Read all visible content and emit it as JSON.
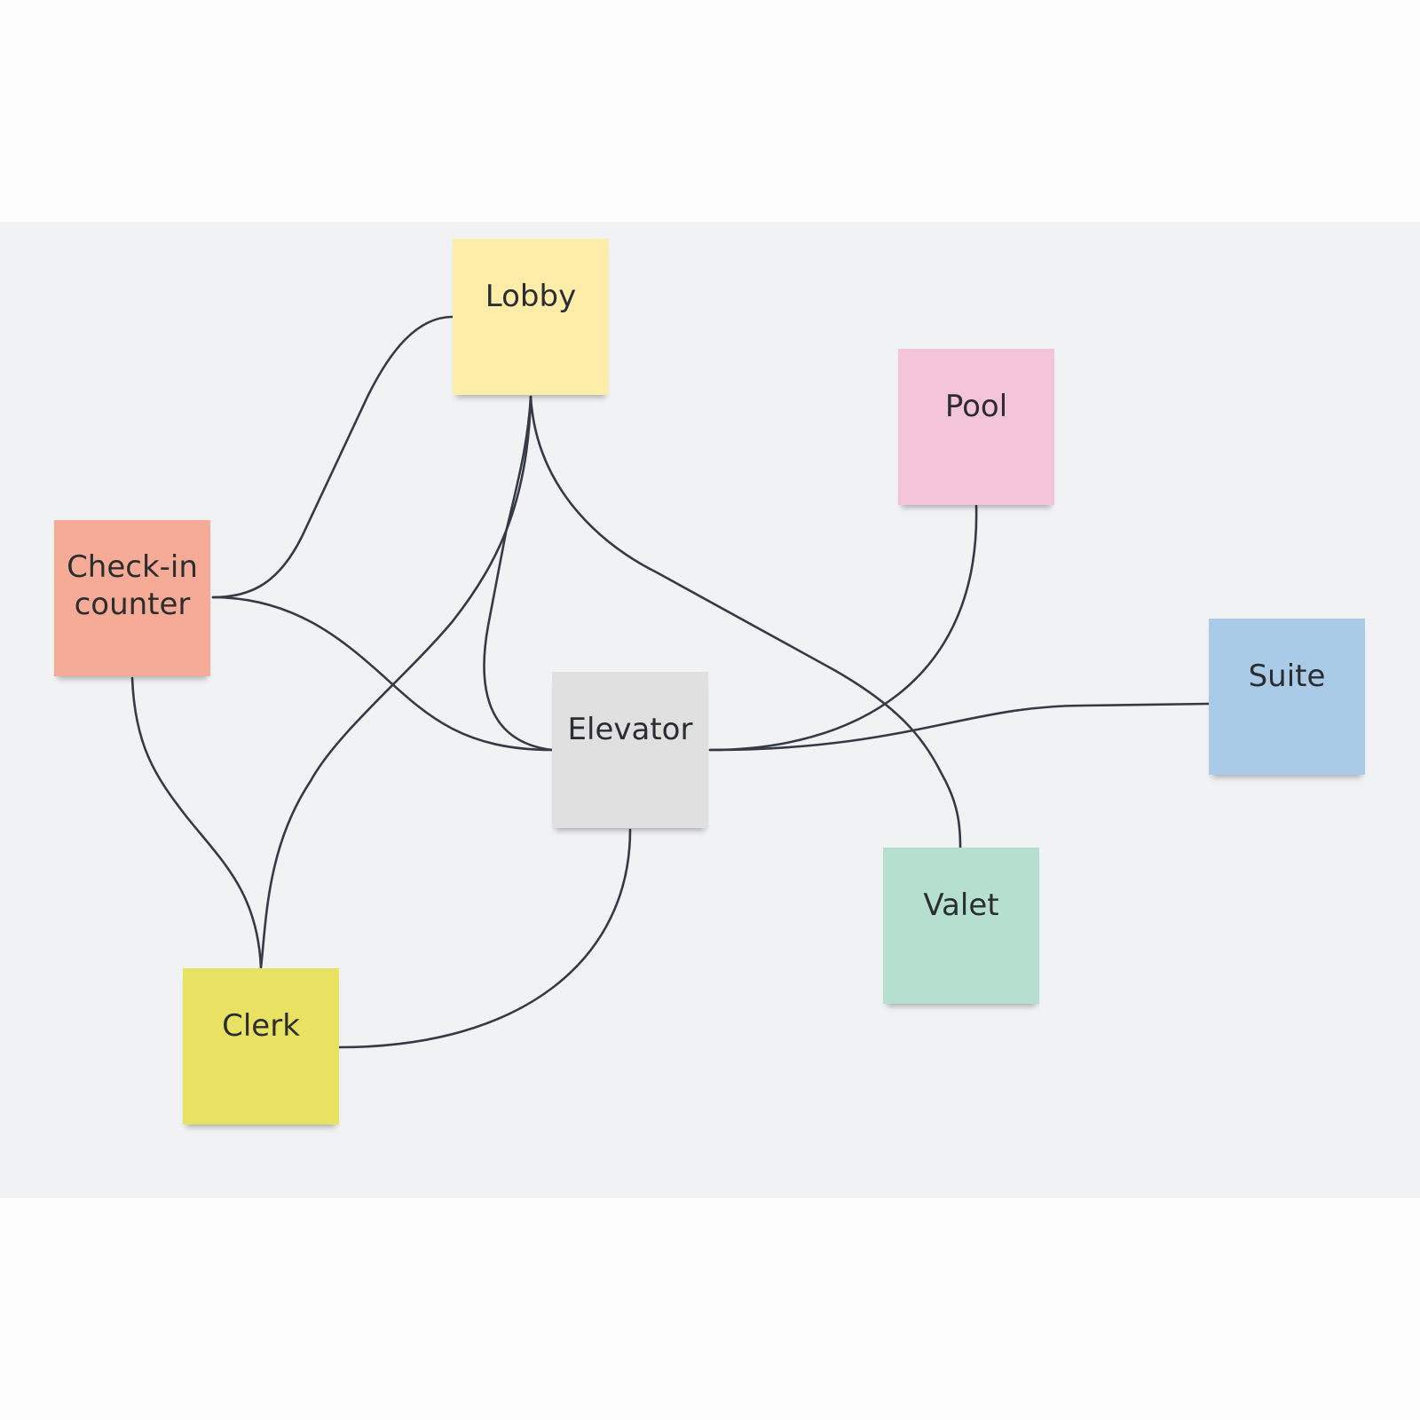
{
  "notes": {
    "lobby": {
      "label": "Lobby",
      "color": "#fdeda9"
    },
    "pool": {
      "label": "Pool",
      "color": "#f3c4da"
    },
    "checkin": {
      "label": "Check-in counter",
      "color": "#f5ab95"
    },
    "suite": {
      "label": "Suite",
      "color": "#a9cbe8"
    },
    "elevator": {
      "label": "Elevator",
      "color": "#e0e0e0"
    },
    "valet": {
      "label": "Valet",
      "color": "#b5dfcf"
    },
    "clerk": {
      "label": "Clerk",
      "color": "#e9e161"
    }
  },
  "connections": [
    {
      "from": "lobby",
      "to": "checkin"
    },
    {
      "from": "lobby",
      "to": "elevator"
    },
    {
      "from": "lobby",
      "to": "clerk"
    },
    {
      "from": "lobby",
      "to": "valet"
    },
    {
      "from": "checkin",
      "to": "elevator"
    },
    {
      "from": "checkin",
      "to": "clerk"
    },
    {
      "from": "pool",
      "to": "elevator"
    },
    {
      "from": "elevator",
      "to": "suite"
    },
    {
      "from": "elevator",
      "to": "clerk"
    }
  ],
  "board_background": "#f1f2f4",
  "link_color": "#363a45"
}
